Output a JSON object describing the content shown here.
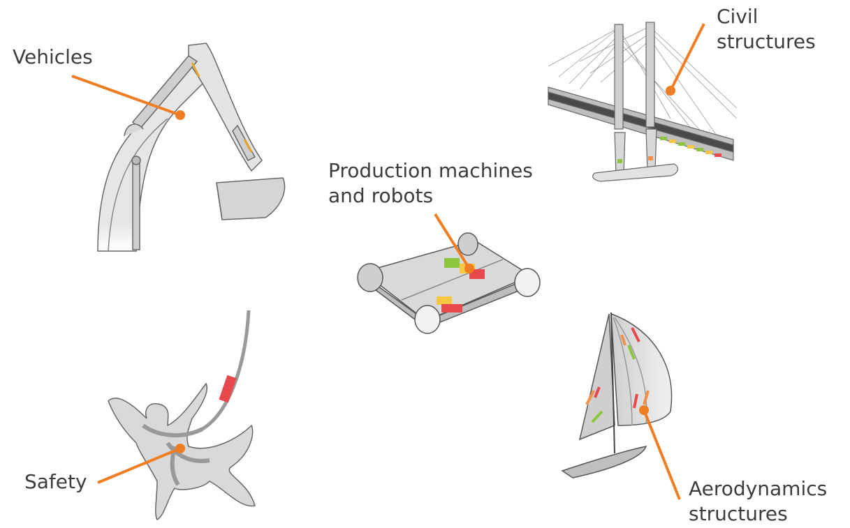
{
  "labels": {
    "vehicles": "Vehicles",
    "civil": {
      "line1": "Civil",
      "line2": "structures"
    },
    "production": {
      "line1": "Production machines",
      "line2": "and robots"
    },
    "safety": "Safety",
    "aero": {
      "line1": "Aerodynamics",
      "line2": "structures"
    }
  },
  "colors": {
    "leader": "#ef7d22",
    "text": "#3c3c3c",
    "illustration_fill": "#d9d9d9",
    "illustration_stroke": "#555555",
    "sensor_green": "#8cc63f",
    "sensor_yellow": "#f7c744",
    "sensor_red": "#e8474c"
  }
}
